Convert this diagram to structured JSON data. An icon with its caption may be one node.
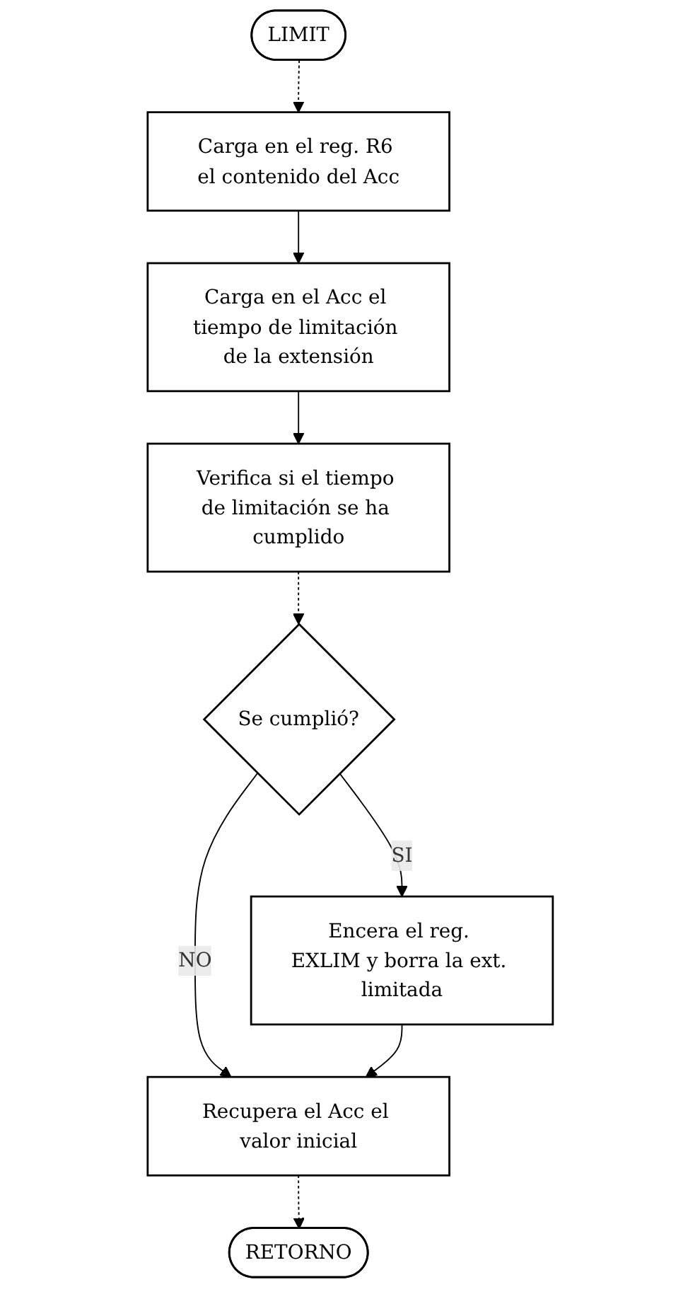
{
  "diagram": {
    "nodes": [
      {
        "text": [
          "LIMIT"
        ]
      },
      {
        "text": [
          "Carga en el reg. R6 el contenido del Acc"
        ]
      },
      {
        "text": [
          "Carga en el Acc el tiempo de limitación de la extensión"
        ]
      },
      {
        "text": [
          "Verifica si el tiempo de limitación se ha cumplido"
        ]
      },
      {
        "text": [
          "Se cumplió?"
        ]
      },
      {
        "text": [
          "Encera el reg. EXLIM y borra la ext. limitada"
        ]
      },
      {
        "text": [
          "Recupera el Acc el valor inicial"
        ]
      },
      {
        "text": [
          "RETORNO"
        ]
      }
    ],
    "edges": [
      {
        "from": 0,
        "to": 1,
        "arrow": "to",
        "style": "dashed"
      },
      {
        "from": 1,
        "to": 2,
        "arrow": "to"
      },
      {
        "from": 2,
        "to": 3,
        "arrow": "to"
      },
      {
        "from": 3,
        "to": 4,
        "arrow": "to",
        "style": "dashed"
      },
      {
        "from": 4,
        "to": 5,
        "label": "SI",
        "arrow": "to"
      },
      {
        "from": 4,
        "to": 6,
        "label": "NO",
        "arrow": "to"
      },
      {
        "from": 5,
        "to": 6,
        "arrow": "to"
      },
      {
        "from": 6,
        "to": 7,
        "arrow": "to",
        "style": "dashed"
      }
    ]
  }
}
